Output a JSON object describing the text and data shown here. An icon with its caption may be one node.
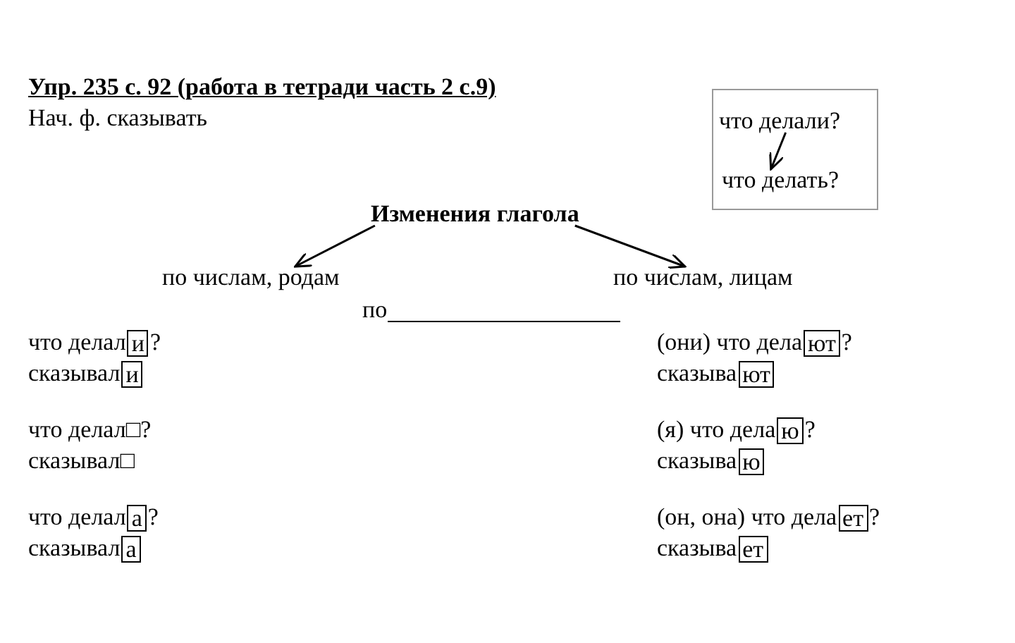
{
  "diagram": {
    "nodes": [
      {
        "text": [
          "Изменения глагола"
        ]
      },
      {
        "text": [
          "по числам, родам"
        ]
      },
      {
        "text": [
          "по числам, лицам"
        ]
      },
      {
        "text": [],
        "shape": "box"
      },
      {
        "text": [
          "что делали?"
        ],
        "in": 3
      },
      {
        "text": [
          "что делать?"
        ],
        "in": 3
      }
    ],
    "edges": [
      {
        "from": 0,
        "to": 1,
        "arrow": "to"
      },
      {
        "from": 0,
        "to": 2,
        "arrow": "to"
      },
      {
        "from": 4,
        "to": 5,
        "arrow": "to"
      }
    ],
    "labels": [
      "Упр. 235 с. 92 (работа в тетради часть 2 с.9)",
      "Нач. ф. сказывать",
      "по",
      "что делал",
      "и",
      "?",
      "(они) что дела",
      "ют",
      "?",
      "сказывал",
      "и",
      "сказыва",
      "ют",
      "что делал□?",
      "(я) что дела",
      "ю",
      "?",
      "сказывал□",
      "сказыва",
      "ю",
      "что делал",
      "а",
      "?",
      "(он, она) что дела",
      "ет",
      "?",
      "сказывал",
      "а",
      "сказыва",
      "ет"
    ]
  }
}
